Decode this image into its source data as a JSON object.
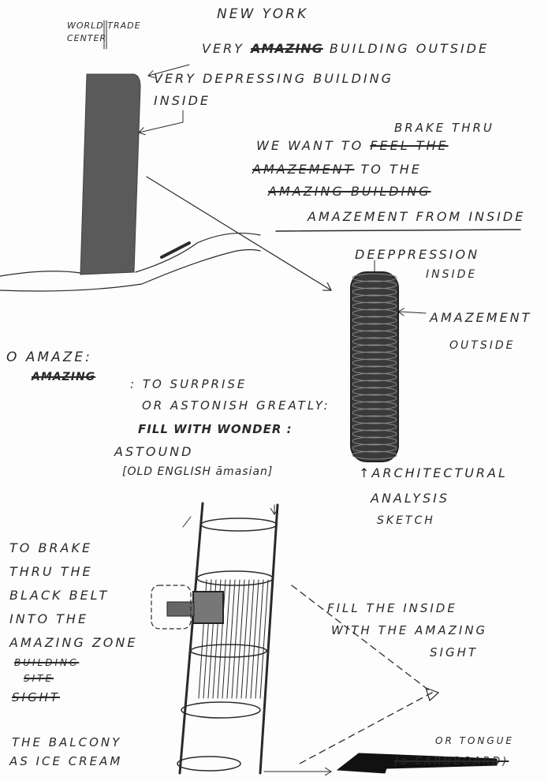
{
  "title": "NEW YORK",
  "wtc_label": "WORLD TRADE CENTER",
  "top_notes": {
    "outside_prefix": "VERY",
    "outside_bold": "AMAZING",
    "outside_suffix": "BUILDING OUTSIDE",
    "inside_line1": "VERY DEPRESSING BUILDING",
    "inside_line2": "INSIDE"
  },
  "intent": {
    "insert": "BRAKE THRU",
    "line1": "WE WANT TO",
    "line1_struck": "FEEL THE",
    "line2_struck": "AMAZEMENT",
    "line2": "TO THE",
    "line3_struck": "AMAZING BUILDING",
    "line4": "AMAZEMENT FROM INSIDE"
  },
  "coil_labels": {
    "depression": "DEEPPRESSION",
    "depression_sub": "INSIDE",
    "amazement": "AMAZEMENT",
    "amazement_sub": "OUTSIDE",
    "caption1": "↑ARCHITECTURAL",
    "caption2": "ANALYSIS",
    "caption3": "SKETCH"
  },
  "definition": {
    "heading": "O AMAZE:",
    "struck": "AMAZING",
    "l1": ": TO SURPRISE",
    "l2": "OR ASTONISH GREATLY:",
    "l3": "FILL WITH WONDER :",
    "l4": "ASTOUND",
    "l5": "[OLD ENGLISH āmasian]"
  },
  "left_notes": [
    "TO BRAKE",
    "THRU THE",
    "BLACK BELT",
    "INTO THE",
    "AMAZING ZONE"
  ],
  "left_struck": [
    "BUILDING",
    "SITE",
    "SIGHT"
  ],
  "balcony": [
    "THE BALCONY",
    "AS ICE CREAM"
  ],
  "fill_notes": [
    "FILL THE INSIDE",
    "WITH THE AMAZING",
    "SIGHT"
  ],
  "tongue": {
    "l1": "OR TONGUE",
    "l2": "(a CARDBOARD)"
  },
  "colors": {
    "ink": "#2a2a2a",
    "building": "#555555"
  }
}
